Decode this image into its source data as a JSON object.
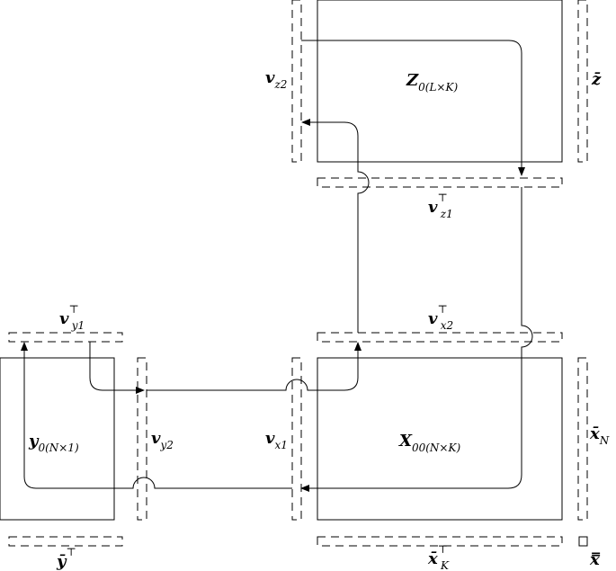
{
  "diagram": {
    "nodes": {
      "Z": {
        "main": "Z",
        "sub": "0(L×K)"
      },
      "X": {
        "main": "X",
        "sub": "00(N×K)"
      },
      "Y": {
        "main": "y",
        "sub": "0(N×1)"
      }
    },
    "vectors": {
      "vz2": {
        "main": "v",
        "sub": "z2",
        "sup": ""
      },
      "zbar": {
        "main": "z̄",
        "sub": "",
        "sup": ""
      },
      "vz1": {
        "main": "v",
        "sub": "z1",
        "sup": "⊤"
      },
      "vy1": {
        "main": "v",
        "sub": "y1",
        "sup": "⊤"
      },
      "vx2": {
        "main": "v",
        "sub": "x2",
        "sup": "⊤"
      },
      "vy2": {
        "main": "v",
        "sub": "y2",
        "sup": ""
      },
      "vx1": {
        "main": "v",
        "sub": "x1",
        "sup": ""
      },
      "xbarN": {
        "main": "x̄",
        "sub": "N",
        "sup": ""
      },
      "ybar": {
        "main": "ȳ",
        "sub": "",
        "sup": "⊤"
      },
      "xbarK": {
        "main": "x̄",
        "sub": "K",
        "sup": "⊤"
      },
      "xdbar": {
        "main": "x̿",
        "sub": "",
        "sup": ""
      }
    }
  }
}
